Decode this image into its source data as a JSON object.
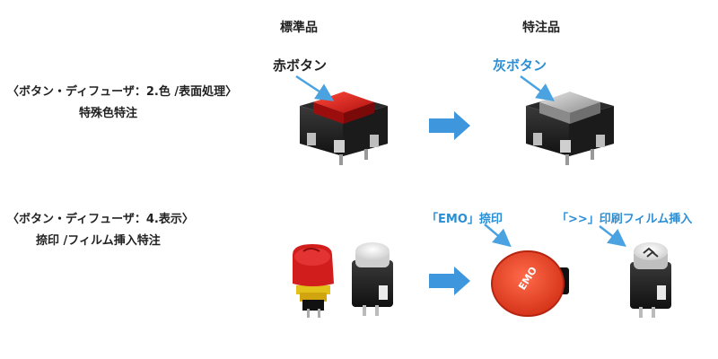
{
  "headers": {
    "standard": "標準品",
    "custom": "特注品"
  },
  "rows": [
    {
      "label_line1": "〈ボタン・ディフューザ：2.色 /表面処理〉",
      "label_line2": "特殊色特注",
      "standard_callout": "赤ボタン",
      "custom_callout": "灰ボタン"
    },
    {
      "label_line1": "〈ボタン・ディフューザ：4.表示〉",
      "label_line2": "捺印 /フィルム挿入特注",
      "custom_callout_1": "「EMO」捺印",
      "custom_callout_2": "「>>」印刷フィルム挿入",
      "emo_mark": "EMO"
    }
  ],
  "colors": {
    "accent_blue": "#2b8fd6",
    "red_button": "#c81e1e",
    "gray_button": "#a9a9a9",
    "emo_red": "#e8442a"
  }
}
